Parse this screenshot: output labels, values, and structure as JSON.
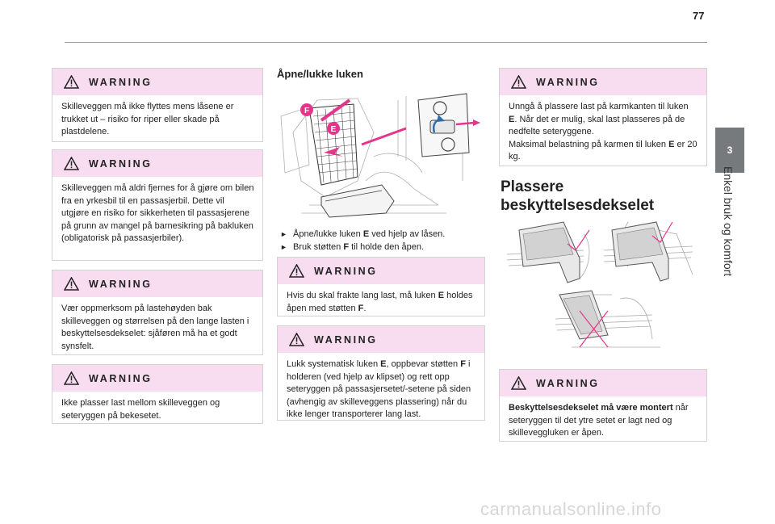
{
  "page_number": "77",
  "chapter": {
    "number": "3",
    "title": "Enkel bruk og komfort"
  },
  "warnings": {
    "title": "WARNING",
    "w1": "Skilleveggen må ikke flyttes mens låsene er trukket ut – risiko for riper eller skade på plastdelene.",
    "w2": "Skilleveggen må aldri fjernes for å gjøre om bilen fra en yrkesbil til en passasjerbil. Dette vil utgjøre en risiko for sikkerheten til passasjerene på grunn av mangel på barnesikring på bakluken (obligatorisk på passasjerbiler).",
    "w3": "Vær oppmerksom på lastehøyden bak skilleveggen og størrelsen på den lange lasten i beskyttelsesdekselet: sjåføren må ha et godt synsfelt.",
    "w4": "Ikke plasser last mellom skilleveggen og seteryggen på bekesetet.",
    "w5": {
      "a": "Hvis du skal frakte lang last, må luken ",
      "b": "E",
      "c": " holdes åpen med støtten ",
      "d": "F",
      "e": "."
    },
    "w6": {
      "a": "Lukk systematisk luken ",
      "b": "E",
      "c": ", oppbevar støtten ",
      "d": "F",
      "e": " i holderen (ved hjelp av klipset) og rett opp seteryggen på passasjersetet/-setene på siden (avhengig av skilleveggens plassering) når du ikke lenger transporterer lang last."
    },
    "w7": {
      "a": "Unngå å plassere last på karmkanten til luken ",
      "b": "E",
      "c": ". Når det er mulig, skal last plasseres på de nedfelte seteryggene.",
      "d": "Maksimal belastning på karmen til luken ",
      "e": "E",
      "f": " er 20 kg."
    },
    "w8": {
      "a": "Beskyttelsesdekselet må være montert",
      "b": " når seteryggen til det ytre setet er lagt ned og skilleveggluken er åpen."
    }
  },
  "open_hatch": {
    "heading": "Åpne/lukke luken",
    "step1": {
      "a": "Åpne/lukke luken ",
      "b": "E",
      "c": " ved hjelp av låsen."
    },
    "step2": {
      "a": "Bruk støtten ",
      "b": "F",
      "c": " til holde den åpen."
    },
    "labels": {
      "f": "F",
      "e": "E"
    }
  },
  "place_cover": {
    "heading_line1": "Plassere",
    "heading_line2": "beskyttelsesdekselet"
  },
  "colors": {
    "warning_header": "#f8ddf0",
    "accent_magenta": "#e5358a",
    "tab_grey": "#777a7d"
  },
  "watermark": "carmanualsonline.info"
}
